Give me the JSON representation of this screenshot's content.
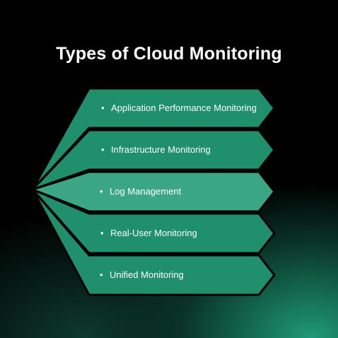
{
  "title": "Types of Cloud Monitoring",
  "colors": {
    "band": "#1f8f6c",
    "band_highlight": "#3aa684",
    "separator": "#000000",
    "text": "#ffffff"
  },
  "items": [
    {
      "label": "Application Performance Monitoring",
      "highlighted": false
    },
    {
      "label": "Infrastructure Monitoring",
      "highlighted": false
    },
    {
      "label": "Log Management",
      "highlighted": true
    },
    {
      "label": "Real-User Monitoring",
      "highlighted": false
    },
    {
      "label": "Unified Monitoring",
      "highlighted": false
    }
  ]
}
